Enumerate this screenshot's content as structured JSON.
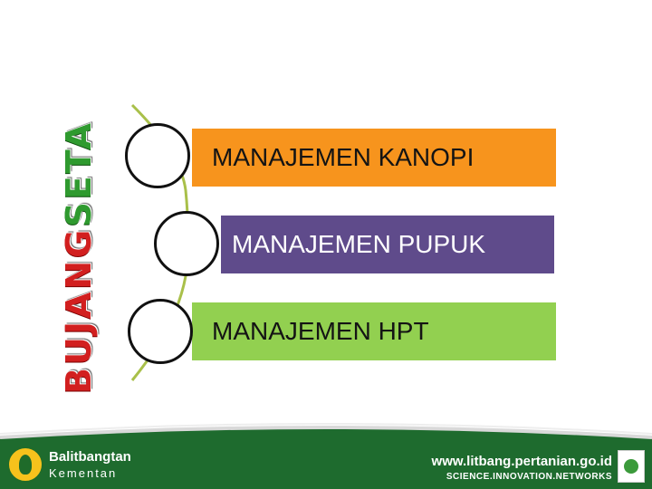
{
  "title": {
    "part1": "BUJANG",
    "part2": "SETA",
    "colors": {
      "part1": "#d21f1f",
      "part2": "#2f9a2f"
    }
  },
  "items": [
    {
      "label": "MANAJEMEN KANOPI",
      "color": "#f7941d"
    },
    {
      "label": "MANAJEMEN PUPUK",
      "color": "#5f4b8b"
    },
    {
      "label": "MANAJEMEN HPT",
      "color": "#92d050"
    }
  ],
  "footer": {
    "org_name": "Balitbangtan",
    "org_sub": "Kementan",
    "website": "www.litbang.pertanian.go.id",
    "tagline": "SCIENCE.INNOVATION.NETWORKS",
    "background": "#1e6b2e",
    "logo_icon": "balitbangtan-logo-icon",
    "badge_icon": "agro-inovasi-badge-icon"
  }
}
